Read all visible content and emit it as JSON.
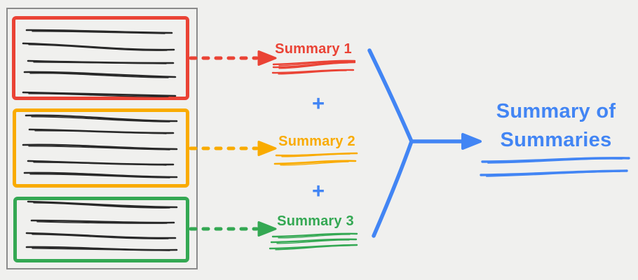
{
  "colors": {
    "background": "#F0F0EE",
    "document_border": "#8B8B8B",
    "ink": "#282828",
    "red": "#EA4335",
    "orange": "#F9AB00",
    "green": "#34A853",
    "blue": "#4285F4"
  },
  "document": {
    "chunks": [
      {
        "id": "chunk-1",
        "accent": "#EA4335",
        "text_line_count": 5
      },
      {
        "id": "chunk-2",
        "accent": "#F9AB00",
        "text_line_count": 5
      },
      {
        "id": "chunk-3",
        "accent": "#34A853",
        "text_line_count": 4
      }
    ]
  },
  "summaries": [
    {
      "label": "Summary 1",
      "accent": "#EA4335"
    },
    {
      "label": "Summary 2",
      "accent": "#F9AB00"
    },
    {
      "label": "Summary 3",
      "accent": "#34A853"
    }
  ],
  "operators": {
    "plus": "+"
  },
  "result": {
    "line1": "Summary of",
    "line2": "Summaries",
    "accent": "#4285F4"
  }
}
